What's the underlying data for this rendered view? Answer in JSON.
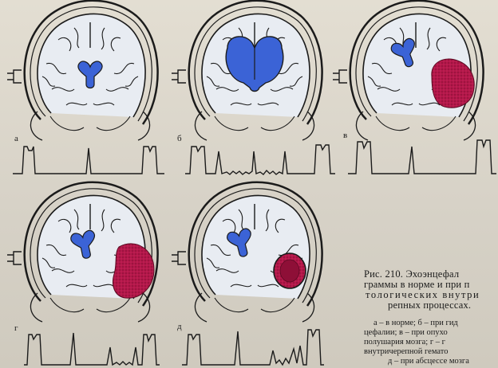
{
  "panels": [
    {
      "id": "a",
      "label": "а"
    },
    {
      "id": "b",
      "label": "б"
    },
    {
      "id": "v",
      "label": "в"
    },
    {
      "id": "g",
      "label": "г"
    },
    {
      "id": "d",
      "label": "д"
    }
  ],
  "caption": {
    "title_lines": [
      "Рис. 210. Эхоэнцефал",
      "граммы в норме и при п",
      "тологических внутри",
      "репных процессах."
    ],
    "legend_lines": [
      "а – в норме; б – при гид",
      "цефалии; в – при опухо",
      "полушария мозга; г – г",
      "внутричерепной гемато",
      "д – при абсцессе мозга"
    ]
  },
  "colors": {
    "ventricle": "#3b63d6",
    "lesion": "#b3184a",
    "brain": "#e8ecf2",
    "ink": "#1b1b1b"
  }
}
